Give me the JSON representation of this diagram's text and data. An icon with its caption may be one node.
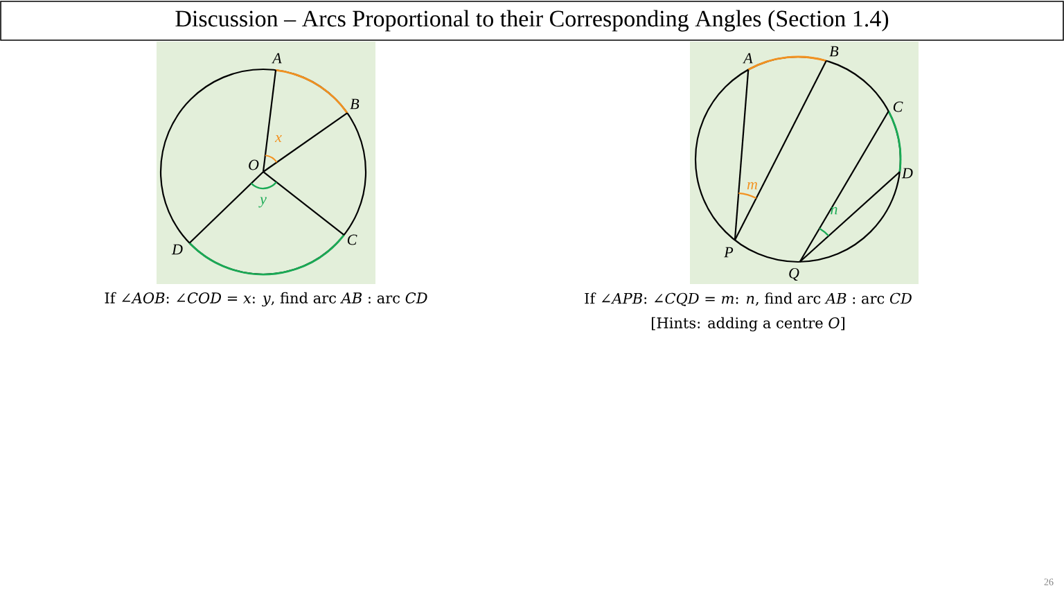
{
  "diagram": {
    "title": "Discussion – Arcs Proportional to their Corresponding Angles (Section 1.4)",
    "labels": [
      "A",
      "B",
      "x",
      "O",
      "y",
      "D",
      "C",
      "If ∠*AOB*: ∠*COD* = *x*: *y*, find arc *AB* : arc *CD*",
      "A",
      "B",
      "C",
      "m",
      "D",
      "n",
      "P",
      "Q",
      "If ∠*APB*: ∠*CQD* = *m*: *n*, find arc *AB* : arc *CD*",
      "[Hints: adding a centre *O*]",
      "26"
    ]
  }
}
